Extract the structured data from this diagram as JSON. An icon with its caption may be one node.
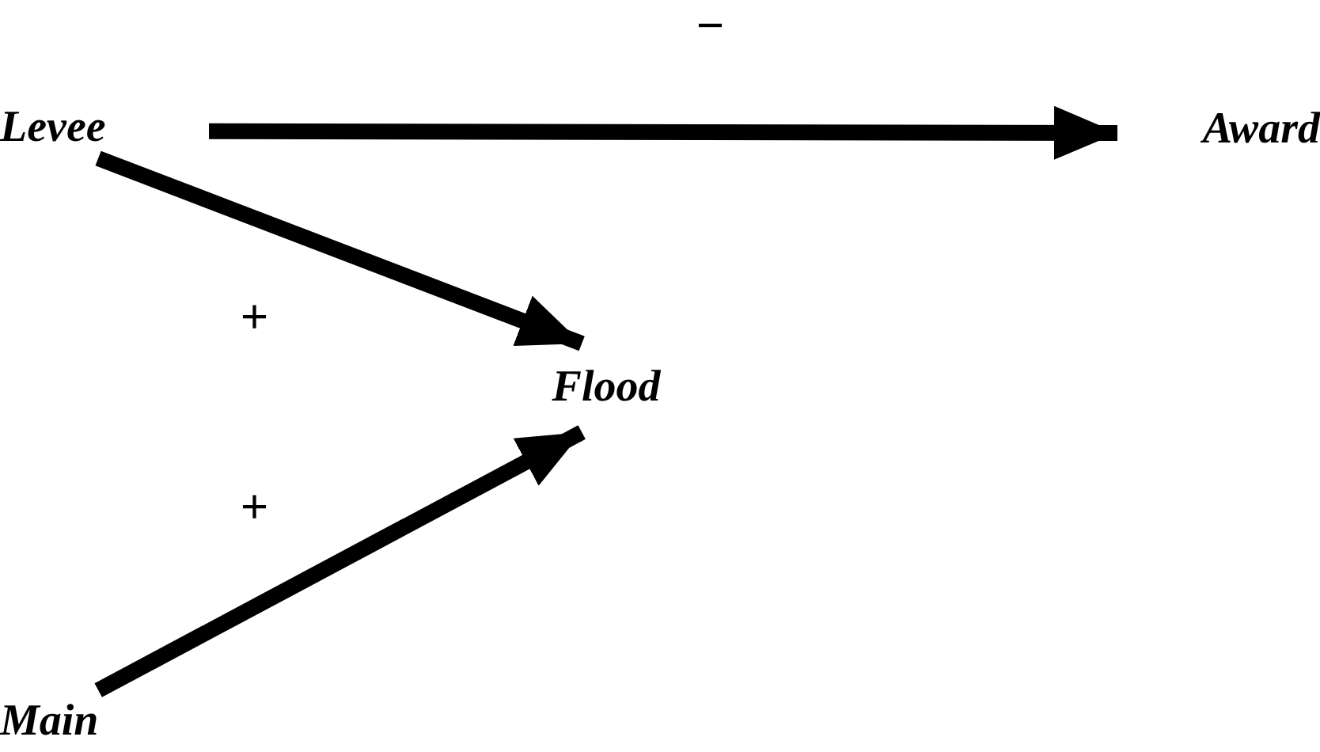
{
  "diagram": {
    "nodes": [
      {
        "text": [
          "Levee"
        ]
      },
      {
        "text": [
          "Award"
        ]
      },
      {
        "text": [
          "Flood"
        ]
      },
      {
        "text": [
          "Main"
        ]
      }
    ],
    "edges": [
      {
        "from": 0,
        "to": 1,
        "arrow": "to",
        "label": "−"
      },
      {
        "from": 0,
        "to": 2,
        "arrow": "to",
        "label": "+"
      },
      {
        "from": 3,
        "to": 2,
        "arrow": "to",
        "label": "+"
      }
    ]
  }
}
